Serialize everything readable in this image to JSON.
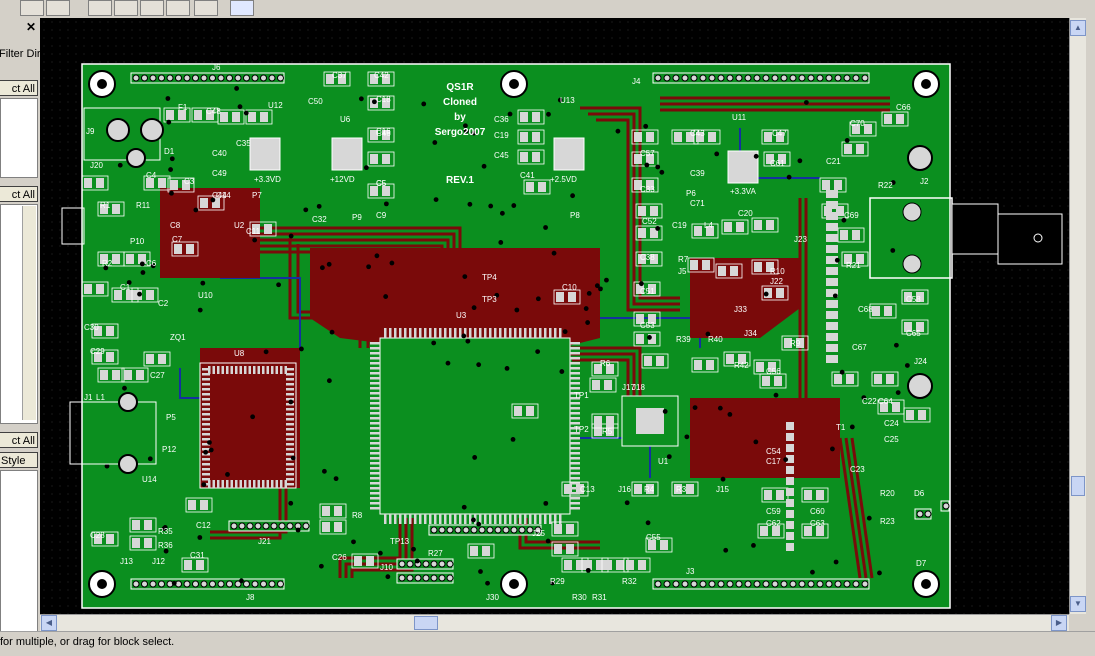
{
  "window": {
    "statusbar_text": "for multiple, or drag for block select."
  },
  "left_panel": {
    "filter_label": "Filter Dir",
    "select_all_1": "ct All",
    "select_all_2": "ct All",
    "select_all_3": "ct All",
    "style_label": "Style",
    "close_glyph": "✕"
  },
  "board": {
    "title_lines": [
      "QS1R",
      "Cloned",
      "by",
      "Sergo2007"
    ],
    "revision": "REV.1",
    "voltage_labels": [
      "+3.3VD",
      "+12VD",
      "+2.5VD",
      "+3.3VA"
    ],
    "connectors": [
      "J6",
      "J4",
      "J8",
      "J3",
      "J2",
      "J24",
      "J9",
      "J1",
      "J21",
      "J10",
      "J25",
      "J30"
    ],
    "chips": [
      "U3",
      "U8",
      "U1",
      "U2",
      "U6",
      "U11",
      "U12",
      "U13",
      "U14"
    ],
    "colors": {
      "background": "#000000",
      "copper": "#7a0a0a",
      "ground_fill": "#0b8f1f",
      "silkscreen": "#ffffff",
      "pads": "#d7d7d7"
    }
  }
}
